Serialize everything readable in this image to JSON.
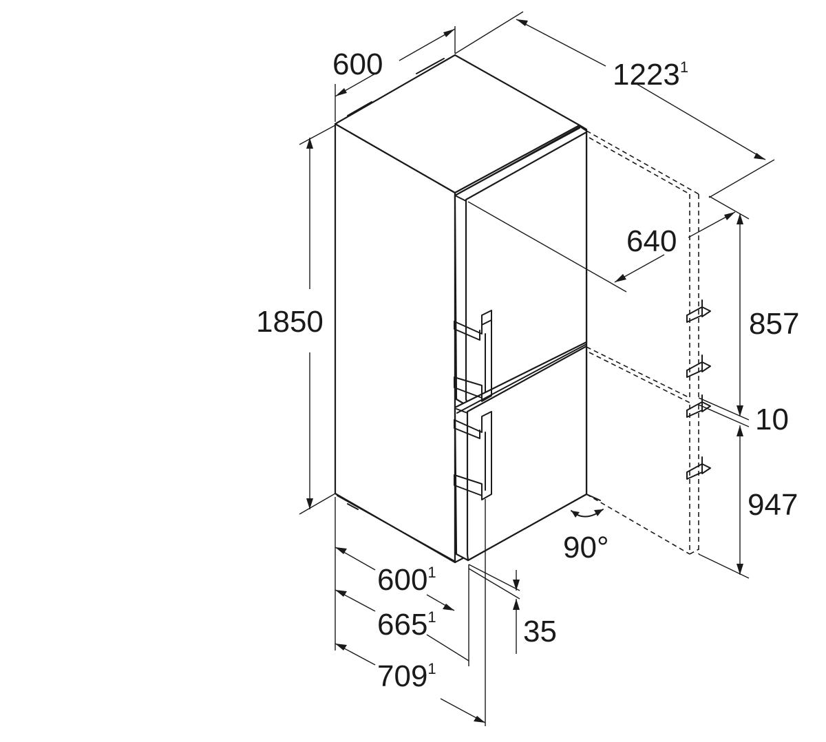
{
  "dimensions": {
    "top_width": {
      "value": "600"
    },
    "total_depth_door_open": {
      "value": "1223",
      "note": "1"
    },
    "height": {
      "value": "1850"
    },
    "door_depth_open": {
      "value": "640"
    },
    "upper_door_height": {
      "value": "857"
    },
    "door_gap": {
      "value": "10"
    },
    "lower_door_height": {
      "value": "947"
    },
    "door_angle": {
      "value": "90°"
    },
    "depth_body": {
      "value": "600",
      "note": "1"
    },
    "depth_with_door": {
      "value": "665",
      "note": "1"
    },
    "depth_with_handle": {
      "value": "709",
      "note": "1"
    },
    "handle_offset": {
      "value": "35"
    }
  }
}
